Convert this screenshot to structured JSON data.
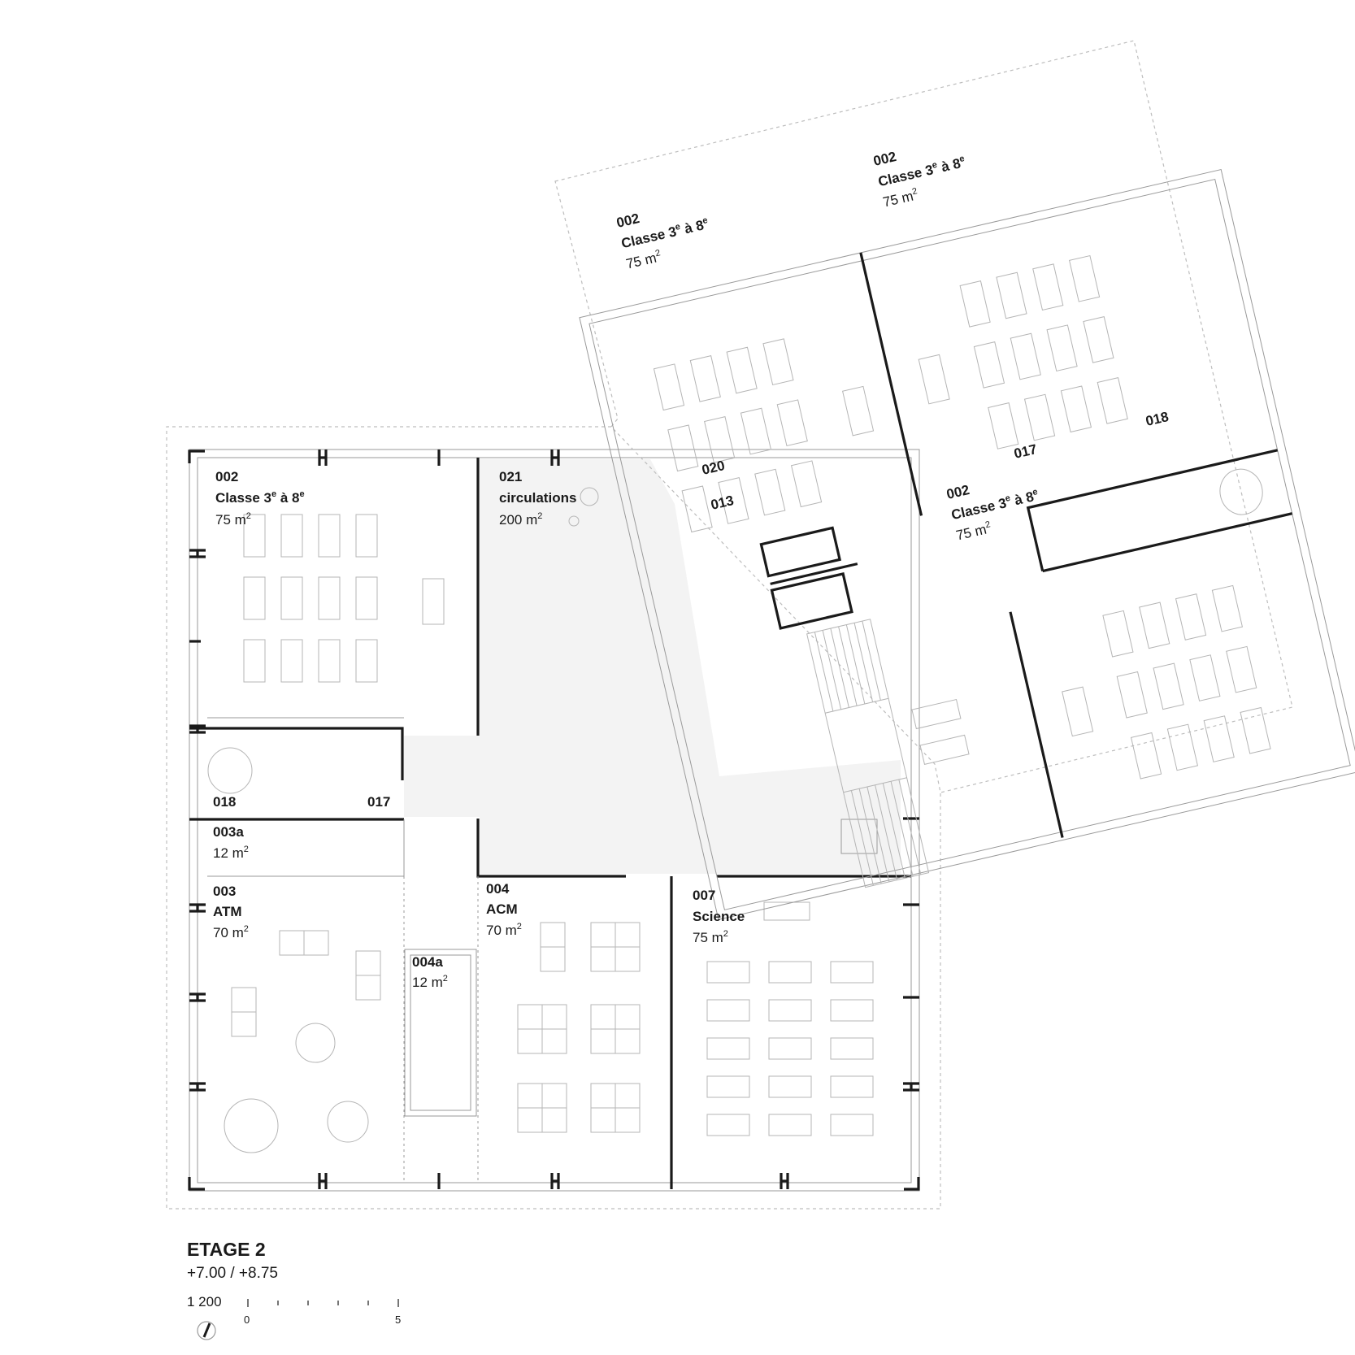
{
  "rooms": {
    "r002a": {
      "num": "002",
      "name": "Classe 3",
      "sup1": "e",
      "mid": " à 8",
      "sup2": "e",
      "area": "75 m",
      "area_sup": "2"
    },
    "r002b": {
      "num": "002",
      "name": "Classe 3",
      "sup1": "e",
      "mid": " à 8",
      "sup2": "e",
      "area": "75 m",
      "area_sup": "2"
    },
    "r002c": {
      "num": "002",
      "name": "Classe 3",
      "sup1": "e",
      "mid": " à 8",
      "sup2": "e",
      "area": "75 m",
      "area_sup": "2"
    },
    "r002d": {
      "num": "002",
      "name": "Classe 3",
      "sup1": "e",
      "mid": " à 8",
      "sup2": "e",
      "area": "75 m",
      "area_sup": "2"
    },
    "r021": {
      "num": "021",
      "name": "circulations",
      "area": "200 m",
      "area_sup": "2"
    },
    "r020": {
      "num": "020"
    },
    "r013": {
      "num": "013"
    },
    "r017a": {
      "num": "017"
    },
    "r018a": {
      "num": "018"
    },
    "r017b": {
      "num": "017"
    },
    "r018b": {
      "num": "018"
    },
    "r003a": {
      "num": "003a",
      "area": "12 m",
      "area_sup": "2"
    },
    "r003": {
      "num": "003",
      "name": "ATM",
      "area": "70 m",
      "area_sup": "2"
    },
    "r004": {
      "num": "004",
      "name": "ACM",
      "area": "70 m",
      "area_sup": "2"
    },
    "r004a": {
      "num": "004a",
      "area": "12 m",
      "area_sup": "2"
    },
    "r007": {
      "num": "007",
      "name": "Science",
      "area": "75 m",
      "area_sup": "2"
    }
  },
  "title": {
    "level": "ETAGE 2",
    "heights": "+7.00 / +8.75",
    "scale": "1 200",
    "tick0": "0",
    "tick5": "5"
  },
  "icons": [
    "north-arrow-icon"
  ]
}
